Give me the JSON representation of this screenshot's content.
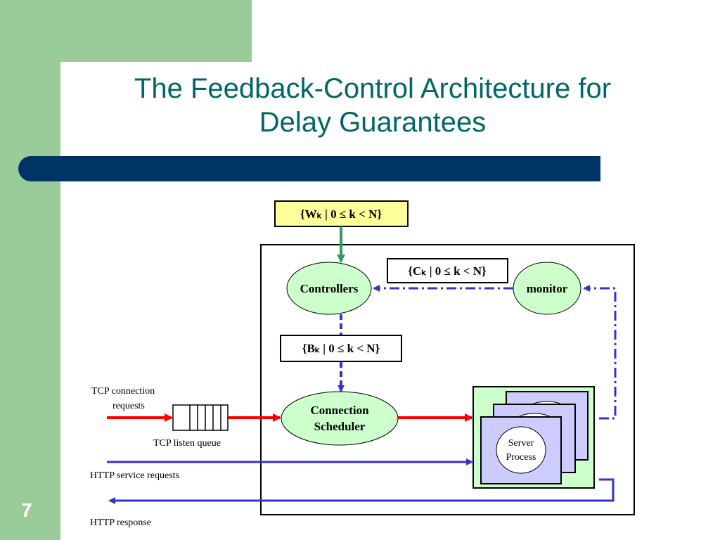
{
  "slide": {
    "title_line1": "The Feedback-Control Architecture for",
    "title_line2": "Delay Guarantees",
    "number": "7"
  },
  "diagram": {
    "w_set_label": "{Wₖ | 0 ≤ k < N}",
    "c_set_label": "{Cₖ | 0 ≤ k < N}",
    "b_set_label": "{Bₖ | 0 ≤ k < N}",
    "controllers_label": "Controllers",
    "monitor_label": "monitor",
    "scheduler_line1": "Connection",
    "scheduler_line2": "Scheduler",
    "server_line1": "Server",
    "server_line2": "Process",
    "tcp_requests_line1": "TCP connection",
    "tcp_requests_line2": "requests",
    "tcp_queue_label": "TCP listen queue",
    "http_service_label": "HTTP service requests",
    "http_response_label": "HTTP response"
  },
  "colors": {
    "title": "#006666",
    "green_bar": "#99cc99",
    "blue_band": "#003366",
    "ellipse_fill": "#ccffcc",
    "w_box_fill": "#ffff99",
    "server_area_fill": "#ccffcc",
    "server_box_fill": "#ccccff",
    "arrow_blue": "#3333cc",
    "arrow_red": "#ff0000",
    "arrow_green": "#339966"
  }
}
